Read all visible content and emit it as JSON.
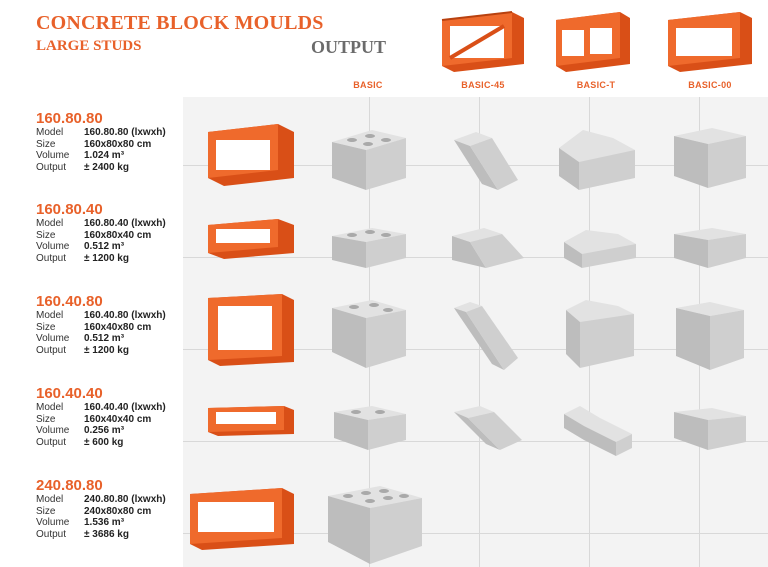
{
  "header": {
    "title": "CONCRETE BLOCK MOULDS",
    "subtitle": "LARGE STUDS",
    "output_label": "OUTPUT"
  },
  "columns": [
    {
      "label": "BASIC"
    },
    {
      "label": "BASIC-45"
    },
    {
      "label": "BASIC-T"
    },
    {
      "label": "BASIC-00"
    }
  ],
  "spec_labels": {
    "model": "Model",
    "size": "Size",
    "volume": "Volume",
    "output": "Output"
  },
  "rows": [
    {
      "name": "160.80.80",
      "model": "160.80.80 (lxwxh)",
      "size": "160x80x80 cm",
      "volume": "1.024 m³",
      "output": "± 2400 kg"
    },
    {
      "name": "160.80.40",
      "model": "160.80.40 (lxwxh)",
      "size": "160x80x40 cm",
      "volume": "0.512 m³",
      "output": "± 1200 kg"
    },
    {
      "name": "160.40.80",
      "model": "160.40.80 (lxwxh)",
      "size": "160x40x80 cm",
      "volume": "0.512 m³",
      "output": "± 1200 kg"
    },
    {
      "name": "160.40.40",
      "model": "160.40.40 (lxwxh)",
      "size": "160x40x40 cm",
      "volume": "0.256 m³",
      "output": "± 600 kg"
    },
    {
      "name": "240.80.80",
      "model": "240.80.80 (lxwxh)",
      "size": "240x80x80 cm",
      "volume": "1.536 m³",
      "output": "± 3686 kg"
    }
  ],
  "colors": {
    "accent": "#e8612a",
    "mould": "#e65a22",
    "concrete": "#c9c9c9"
  }
}
